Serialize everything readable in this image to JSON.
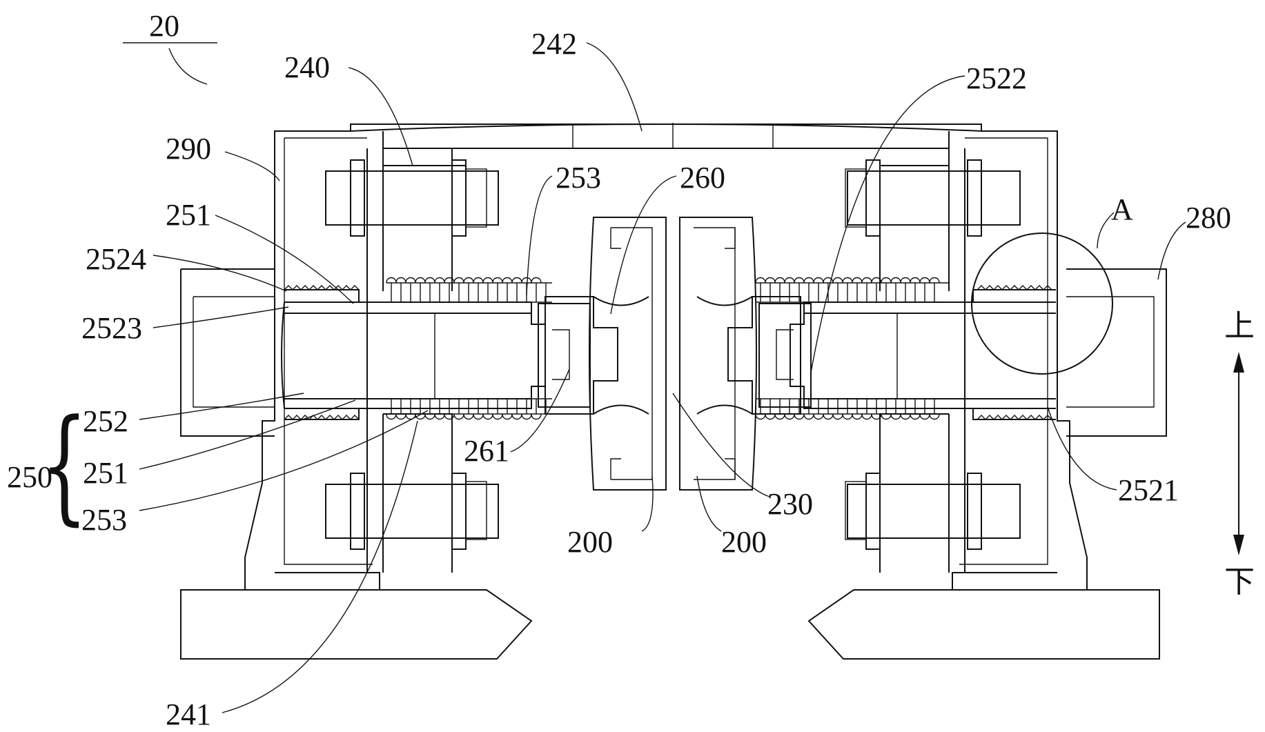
{
  "labels": {
    "fig": "20",
    "l242": "242",
    "l240": "240",
    "l2522": "2522",
    "l290": "290",
    "l253_top": "253",
    "l260": "260",
    "l251_top": "251",
    "lA": "A",
    "l280": "280",
    "l2524": "2524",
    "l2523": "2523",
    "l252": "252",
    "l250": "250",
    "l251_bot": "251",
    "l261": "261",
    "l253_bot": "253",
    "l230": "230",
    "l2521": "2521",
    "l200_left": "200",
    "l200_right": "200",
    "l241": "241"
  },
  "direction": {
    "up": "上",
    "down": "下"
  }
}
